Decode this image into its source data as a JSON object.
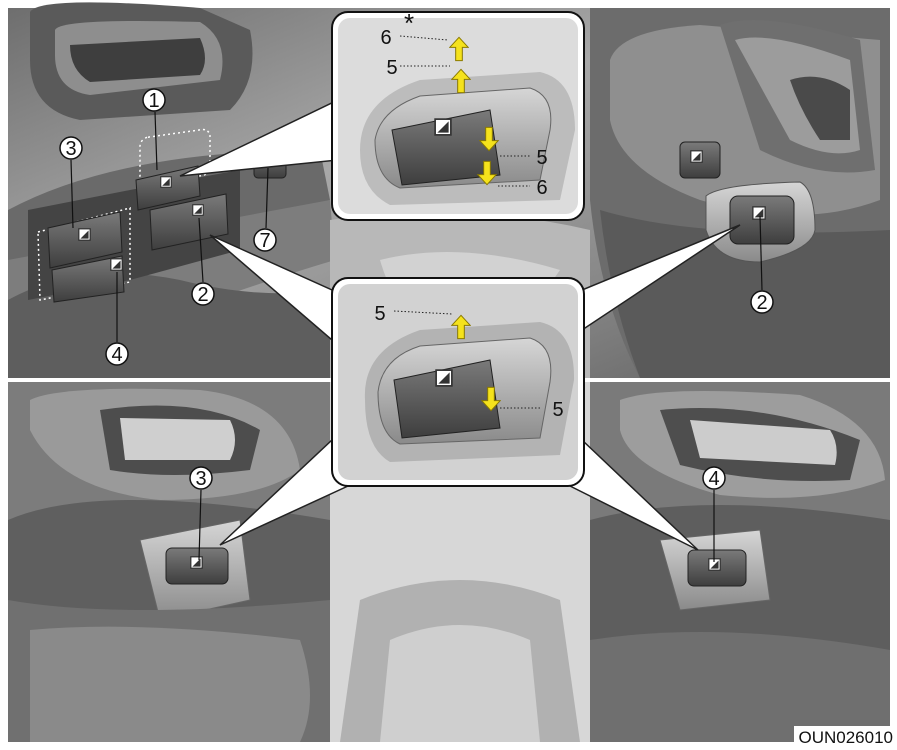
{
  "figure_code": "OUN026010",
  "labels": {
    "l1": "1",
    "l2": "2",
    "l3": "3",
    "l4": "4",
    "l5": "5",
    "l6": "6",
    "l7": "7",
    "asterisk": "*"
  },
  "colors": {
    "arrow_yellow": "#f5e21c",
    "interior_dark": "#4a4a4a",
    "interior_light": "#d8d8d8",
    "switch_body": "#5a5a5a"
  },
  "icons": [
    "window-switch-icon",
    "up-arrow-icon",
    "down-arrow-icon"
  ]
}
